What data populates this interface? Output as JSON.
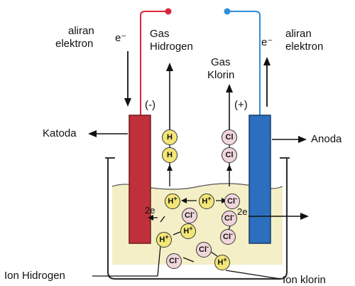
{
  "labels": {
    "aliran_left_1": "aliran",
    "aliran_left_2": "elektron",
    "e_left": "e⁻",
    "gas_h_1": "Gas",
    "gas_h_2": "Hidrogen",
    "gas_cl_1": "Gas",
    "gas_cl_2": "Klorin",
    "e_right": "e⁻",
    "aliran_right_1": "aliran",
    "aliran_right_2": "elektron",
    "minus": "(-)",
    "plus": "(+)",
    "katoda": "Katoda",
    "anoda": "Anoda",
    "ion_hidrogen": "Ion Hidrogen",
    "ion_klorin": "Ion klorin",
    "two_e_left": "2e",
    "two_e_right": "2e"
  },
  "ions": {
    "h_symbol": "H",
    "h_plus": "+",
    "cl_symbol": "Cl",
    "cl_minus": "-",
    "h2_symbol": "H",
    "h2_sub": "H",
    "cl2_top": "Cl",
    "cl2_bottom": "Cl"
  },
  "colors": {
    "cathode": "#c0303a",
    "anode": "#2c6fbf",
    "electrolyte": "#f4efc6",
    "wire_left": "#d9263a",
    "wire_right": "#2f8fd8",
    "hydrogen_ion": "#f3e678",
    "chloride_ion": "#f0d6dc"
  }
}
